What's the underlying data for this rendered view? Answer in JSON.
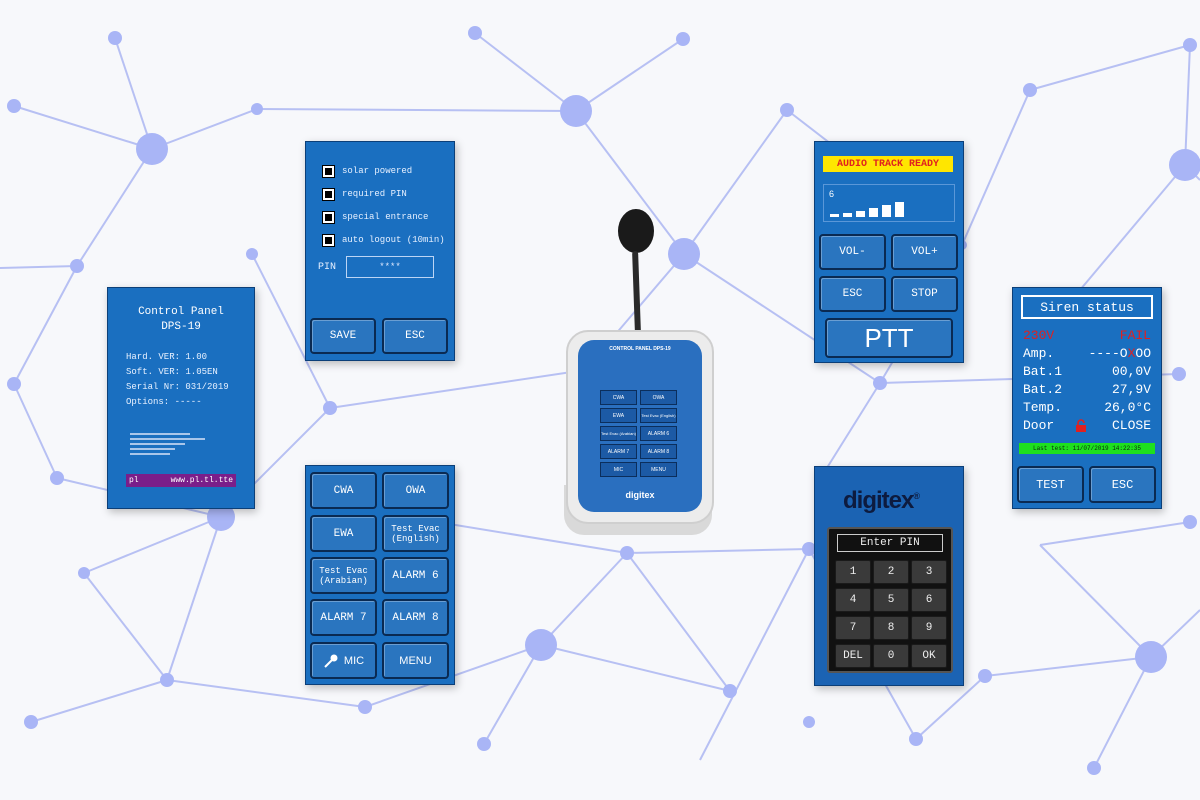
{
  "info_panel": {
    "title_line1": "Control Panel",
    "title_line2": "DPS-19",
    "hard_ver": "Hard. VER:  1.00",
    "soft_ver": "Soft. VER:  1.05EN",
    "serial": "Serial Nr: 031/2019",
    "options": "Options:  -----",
    "footer_left": "pl",
    "footer_right": "www.pl.tl.tte"
  },
  "settings_panel": {
    "options": [
      "solar powered",
      "required PIN",
      "special entrance",
      "auto logout (10min)"
    ],
    "pin_label": "PIN",
    "pin_value": "****",
    "save": "SAVE",
    "esc": "ESC"
  },
  "alarm_panel": {
    "cwa": "CWA",
    "owa": "OWA",
    "ewa": "EWA",
    "test_evac_en_1": "Test Evac",
    "test_evac_en_2": "(English)",
    "test_evac_ar_1": "Test Evac",
    "test_evac_ar_2": "(Arabian)",
    "alarm6": "ALARM 6",
    "alarm7": "ALARM 7",
    "alarm8": "ALARM 8",
    "mic": "MIC",
    "menu": "MENU"
  },
  "device": {
    "header": "CONTROL PANEL DPS-19",
    "brand": "digitex",
    "buttons": [
      "CWA",
      "OWA",
      "EWA",
      "Test Evac (English)",
      "Test Evac (Arabian)",
      "ALARM 6",
      "ALARM 7",
      "ALARM 8",
      "MIC",
      "MENU"
    ]
  },
  "audio_panel": {
    "banner": "AUDIO TRACK READY",
    "volume_level": "6",
    "vol_minus": "VOL-",
    "vol_plus": "VOL+",
    "esc": "ESC",
    "stop": "STOP",
    "ptt": "PTT"
  },
  "pin_panel": {
    "brand": "digitex",
    "reg": "®",
    "title": "Enter PIN",
    "keys": [
      "1",
      "2",
      "3",
      "4",
      "5",
      "6",
      "7",
      "8",
      "9",
      "DEL",
      "0",
      "OK"
    ]
  },
  "siren_panel": {
    "title": "Siren status",
    "power_label": "230V",
    "power_status": "FAIL",
    "amp_label": "Amp.",
    "amp_value_a": "----O",
    "amp_value_x": "X",
    "amp_value_b": "OO",
    "bat1_label": "Bat.1",
    "bat1_value": "00,0V",
    "bat2_label": "Bat.2",
    "bat2_value": "27,9V",
    "temp_label": "Temp.",
    "temp_value": "26,0°C",
    "door_label": "Door",
    "door_value": "CLOSE",
    "last_test": "Last test: 11/07/2019  14:22:35",
    "test": "TEST",
    "esc": "ESC"
  },
  "colors": {
    "panel_blue": "#1a6fc0",
    "network_node": "#a8b4f5",
    "banner_yellow": "#ffe600",
    "alert_red": "#e02020",
    "status_green": "#1ee01e"
  }
}
